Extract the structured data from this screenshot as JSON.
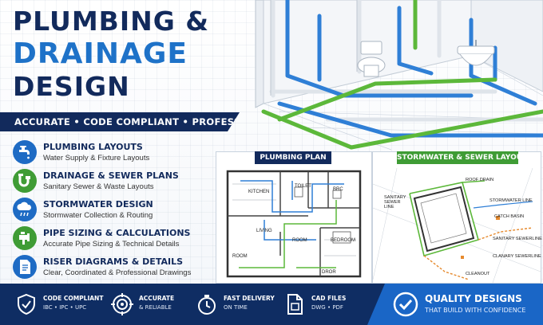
{
  "headline": {
    "line1": "PLUMBING &",
    "line2": "DRAINAGE",
    "line3": "DESIGN",
    "tagline": "ACCURATE • CODE COMPLIANT • PROFESSIONAL"
  },
  "services": [
    {
      "title": "PLUMBING LAYOUTS",
      "subtitle": "Water Supply & Fixture Layouts",
      "icon": "faucet-icon"
    },
    {
      "title": "DRAINAGE & SEWER PLANS",
      "subtitle": "Sanitary Sewer & Waste Layouts",
      "icon": "drain-pipe-icon"
    },
    {
      "title": "STORMWATER DESIGN",
      "subtitle": "Stormwater Collection & Routing",
      "icon": "rain-cloud-icon"
    },
    {
      "title": "PIPE SIZING & CALCULATIONS",
      "subtitle": "Accurate Pipe Sizing & Technical Details",
      "icon": "pipe-wrench-icon"
    },
    {
      "title": "RISER DIAGRAMS & DETAILS",
      "subtitle": "Clear, Coordinated & Professional Drawings",
      "icon": "document-icon"
    }
  ],
  "plumbing_plan": {
    "tag": "PLUMBING PLAN",
    "rooms": [
      "KITCHEN",
      "TOILET",
      "BRC",
      "LIVING",
      "BEDROOM",
      "ROOM",
      "DROR",
      "ROOM"
    ]
  },
  "stormwater_layout": {
    "tag": "STORMWATER & SEWER LAYOUT",
    "labels": [
      "ROOF DRAIN",
      "SANITARY SEWER LINE",
      "STORMWATER LINE",
      "CATCH BASIN",
      "SANITARY SEWERLINE",
      "CLANARY SEWERLINE",
      "CLEANOUT"
    ]
  },
  "features": [
    {
      "title": "CODE COMPLIANT",
      "subtitle": "IBC • IPC • UPC",
      "icon": "shield-check-icon"
    },
    {
      "title": "ACCURATE",
      "subtitle": "& RELIABLE",
      "icon": "target-icon"
    },
    {
      "title": "FAST DELIVERY",
      "subtitle": "ON TIME",
      "icon": "stopwatch-icon"
    },
    {
      "title": "CAD FILES",
      "subtitle": "DWG • PDF",
      "icon": "cad-file-icon"
    }
  ],
  "quality": {
    "title": "QUALITY DESIGNS",
    "subtitle": "THAT BUILD WITH CONFIDENCE",
    "icon": "check-circle-icon"
  },
  "colors": {
    "navy": "#122a5c",
    "blue": "#1e72c8",
    "pipe_blue": "#2f7fd6",
    "pipe_green": "#5cb83a",
    "bottom_bar": "#0f2d63",
    "accent_bar": "#1a66c6"
  }
}
